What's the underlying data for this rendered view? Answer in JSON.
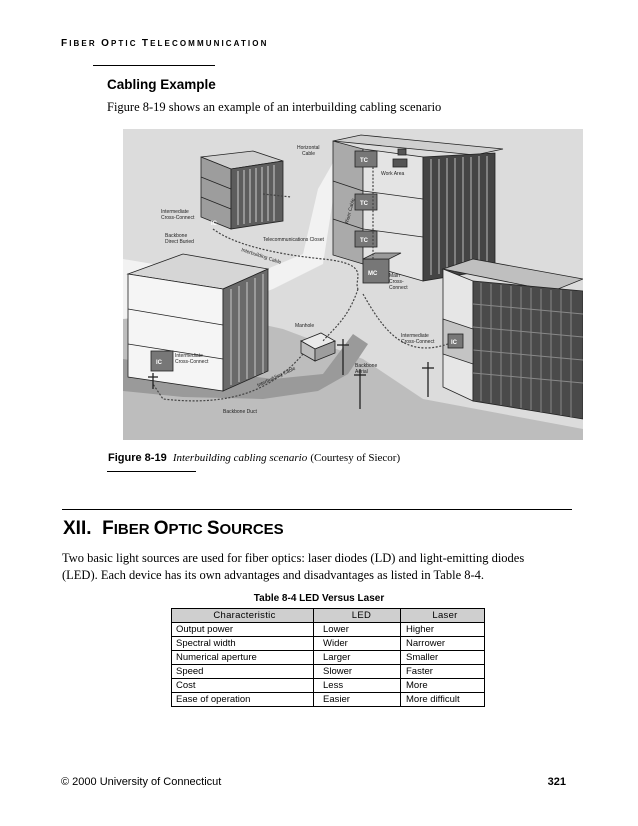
{
  "running_head": {
    "first_cap": "F",
    "first_rest": "IBER ",
    "second_cap": "O",
    "second_rest": "PTIC ",
    "third_cap": "T",
    "third_rest": "ELECOMMUNICATION"
  },
  "section": {
    "heading": "Cabling Example",
    "intro": "Figure 8-19 shows an example of an interbuilding cabling scenario"
  },
  "figure": {
    "labels": {
      "horizontal_cable": "Horizontal",
      "horizontal_cable_2": "Cable",
      "work_area": "Work Area",
      "riser_cable": "Riser Cable",
      "intermediate_cc_top": "Intermediate",
      "intermediate_cc_top_2": "Cross-Connect",
      "backbone_direct_buried": "Backbone",
      "backbone_direct_buried_2": "Direct Buried",
      "telecom_closet": "Telecommunications Closet",
      "interbuilding_cable": "Interbuilding Cable",
      "main_cc": "Main",
      "main_cc_2": "Cross-",
      "main_cc_3": "Connect",
      "manhole": "Manhole",
      "intermediate_cc_left": "Intermediate",
      "intermediate_cc_left_2": "Cross-Connect",
      "intermediate_cc_right": "Intermediate",
      "intermediate_cc_right_2": "Cross-Connect",
      "backbone_aerial": "Backbone",
      "backbone_aerial_2": "Aerial",
      "interbuilding_cable_2": "Interbuilding Cable",
      "backbone_duct": "Backbone Duct",
      "tc1": "TC",
      "tc2": "TC",
      "tc3": "TC",
      "mc": "MC",
      "ic1": "IC",
      "ic2": "IC",
      "ic3": "IC"
    },
    "caption_number": "Figure 8-19",
    "caption_title": "Interbuilding cabling scenario",
    "caption_credit": "(Courtesy of Siecor)"
  },
  "chapter": {
    "numeral": "XII.",
    "w1_cap": "F",
    "w1_rest": "IBER ",
    "w2_cap": "O",
    "w2_rest": "PTIC ",
    "w3_cap": "S",
    "w3_rest": "OURCES"
  },
  "paragraph": {
    "line1": "Two basic light sources are used for fiber optics: laser diodes (LD) and light-emitting diodes",
    "line2": "(LED). Each device has its own advantages and disadvantages as listed in Table 8-4."
  },
  "table": {
    "title": "Table 8-4  LED Versus Laser",
    "headers": [
      "Characteristic",
      "LED",
      "Laser"
    ],
    "rows": [
      [
        "Output power",
        "Lower",
        "Higher"
      ],
      [
        "Spectral width",
        "Wider",
        "Narrower"
      ],
      [
        "Numerical aperture",
        "Larger",
        "Smaller"
      ],
      [
        "Speed",
        "Slower",
        "Faster"
      ],
      [
        "Cost",
        "Less",
        "More"
      ],
      [
        "Ease of operation",
        "Easier",
        "More difficult"
      ]
    ]
  },
  "footer": {
    "copyright": "© 2000 University of Connecticut",
    "page_number": "321"
  }
}
